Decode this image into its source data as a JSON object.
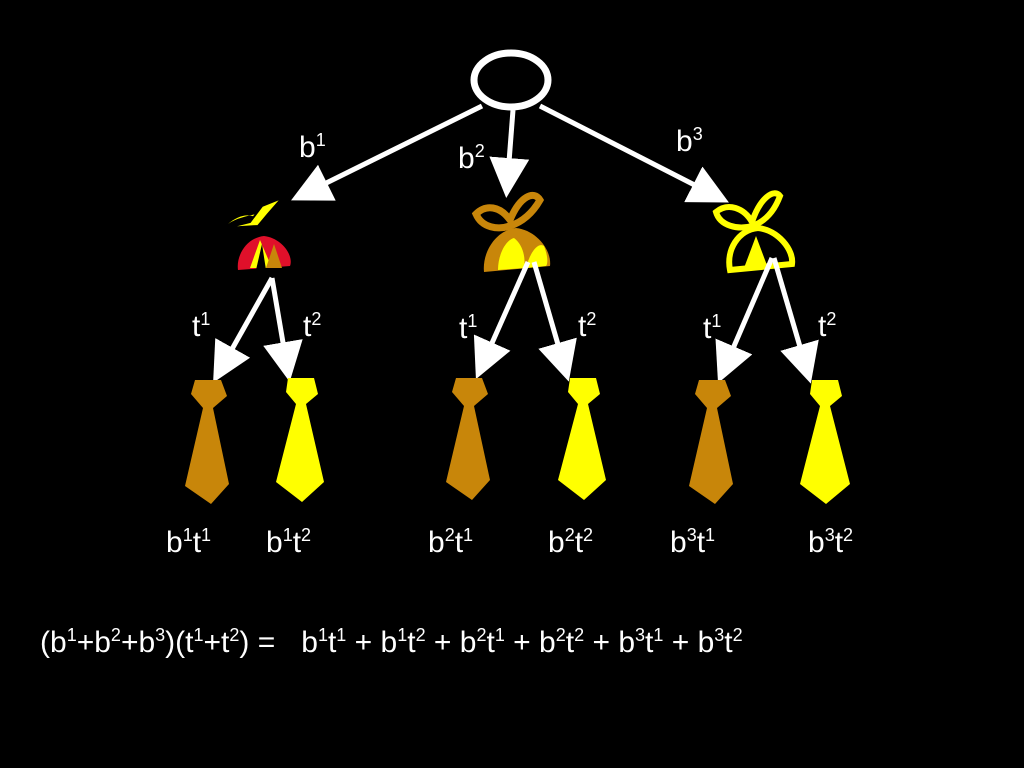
{
  "colors": {
    "background": "#000000",
    "arrow": "#ffffff",
    "gold": "#c8860a",
    "yellow": "#ffff00",
    "red": "#e0102a"
  },
  "edges": {
    "b1": {
      "base": "b",
      "sup": "1"
    },
    "b2": {
      "base": "b",
      "sup": "2"
    },
    "b3": {
      "base": "b",
      "sup": "3"
    },
    "left_t1": {
      "base": "t",
      "sup": "1"
    },
    "left_t2": {
      "base": "t",
      "sup": "2"
    },
    "mid_t1": {
      "base": "t",
      "sup": "1"
    },
    "mid_t2": {
      "base": "t",
      "sup": "2"
    },
    "right_t1": {
      "base": "t",
      "sup": "1"
    },
    "right_t2": {
      "base": "t",
      "sup": "2"
    }
  },
  "leaves": [
    {
      "b": "b",
      "bs": "1",
      "t": "t",
      "ts": "1"
    },
    {
      "b": "b",
      "bs": "1",
      "t": "t",
      "ts": "2"
    },
    {
      "b": "b",
      "bs": "2",
      "t": "t",
      "ts": "1"
    },
    {
      "b": "b",
      "bs": "2",
      "t": "t",
      "ts": "2"
    },
    {
      "b": "b",
      "bs": "3",
      "t": "t",
      "ts": "1"
    },
    {
      "b": "b",
      "bs": "3",
      "t": "t",
      "ts": "2"
    }
  ],
  "formula": {
    "lhs": {
      "open1": "(b",
      "s1": "1",
      "p1": "+b",
      "s2": "2",
      "p2": "+b",
      "s3": "3",
      "mid": ")(t",
      "s4": "1",
      "p3": "+t",
      "s5": "2",
      "close": ") ="
    },
    "rhs": [
      {
        "b": "b",
        "bs": "1",
        "t": "t",
        "ts": "1",
        "plus": " + "
      },
      {
        "b": "b",
        "bs": "1",
        "t": "t",
        "ts": "2",
        "plus": " + "
      },
      {
        "b": "b",
        "bs": "2",
        "t": "t",
        "ts": "1",
        "plus": " + "
      },
      {
        "b": "b",
        "bs": "2",
        "t": "t",
        "ts": "2",
        "plus": " + "
      },
      {
        "b": "b",
        "bs": "3",
        "t": "t",
        "ts": "1",
        "plus": " + "
      },
      {
        "b": "b",
        "bs": "3",
        "t": "t",
        "ts": "2",
        "plus": ""
      }
    ]
  }
}
